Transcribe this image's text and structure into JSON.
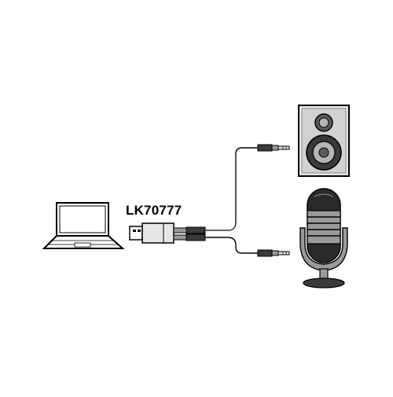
{
  "diagram": {
    "model_label": "LK70777",
    "devices": [
      {
        "id": "laptop",
        "icon": "laptop-icon"
      },
      {
        "id": "usb-adapter",
        "icon": "usb-plug-icon"
      },
      {
        "id": "speaker",
        "icon": "speaker-icon"
      },
      {
        "id": "microphone",
        "icon": "microphone-icon"
      }
    ],
    "connections": [
      {
        "from": "usb-adapter",
        "to": "speaker"
      },
      {
        "from": "usb-adapter",
        "to": "microphone"
      }
    ],
    "colors": {
      "line": "#000000",
      "fill_light": "#e6e6e6",
      "fill_mid": "#9a9a9a",
      "fill_dark": "#3a3a3a"
    }
  }
}
